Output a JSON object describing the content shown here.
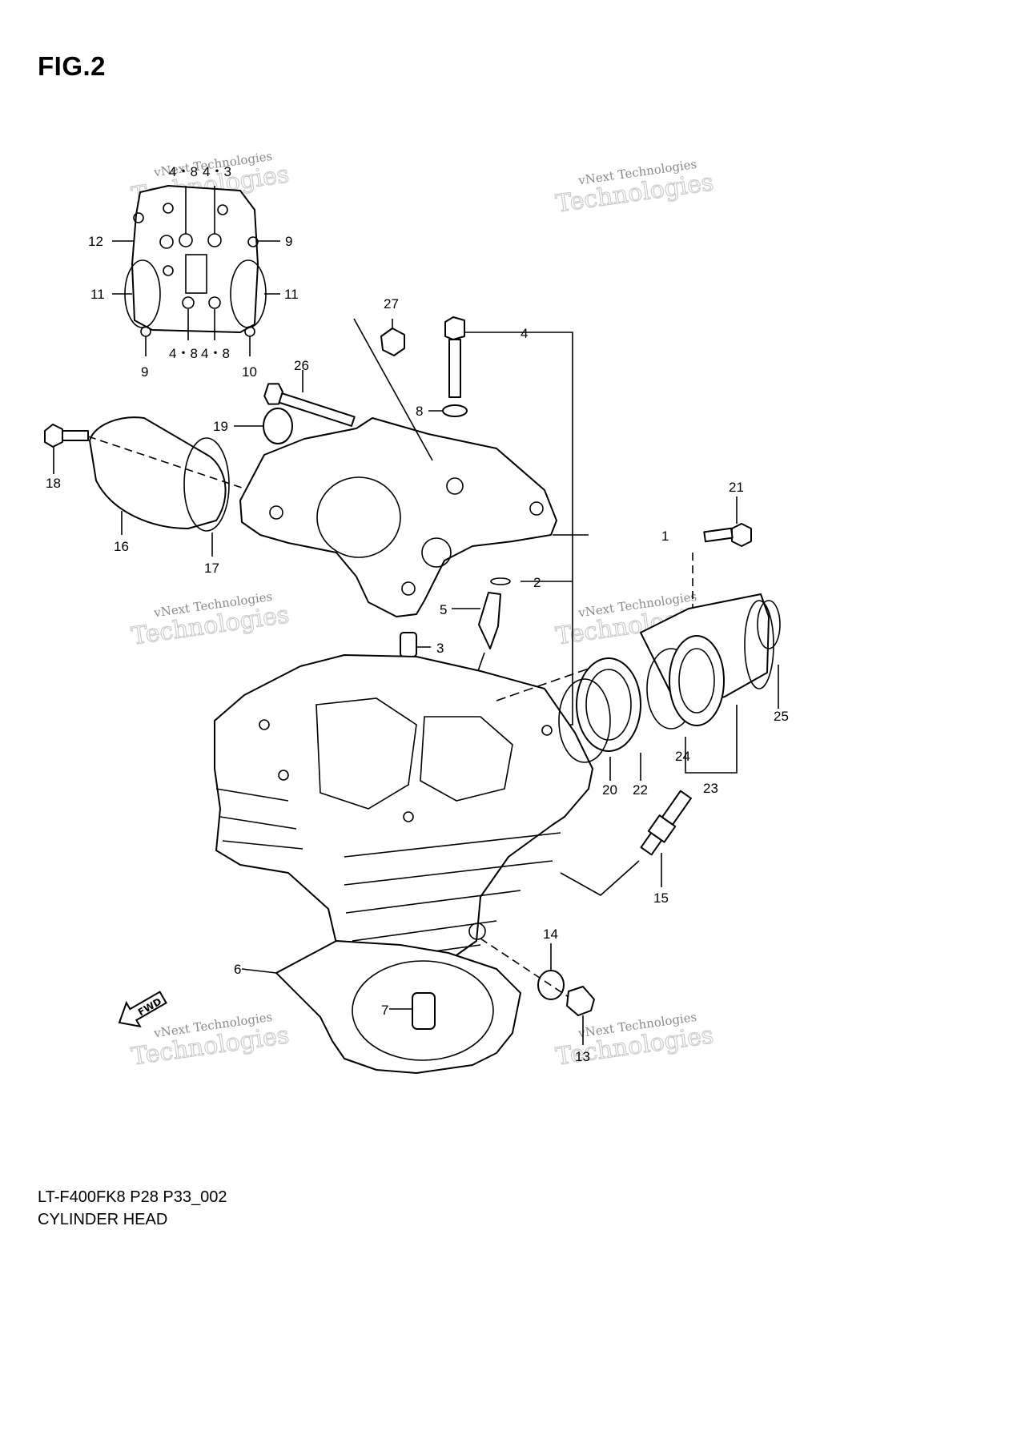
{
  "figure": {
    "title": "FIG.2",
    "model_code": "LT-F400FK8 P28 P33_002",
    "part_name": "CYLINDER HEAD"
  },
  "watermark": {
    "line1": "vNext Technologies",
    "line2": "Technologies",
    "line3": "vNext"
  },
  "fwd_label": "FWD",
  "callouts": {
    "c1": "1",
    "c2": "2",
    "c3": "3",
    "c4": "4",
    "c5": "5",
    "c6": "6",
    "c7": "7",
    "c8": "8",
    "c9a": "9",
    "c9b": "9",
    "c10": "10",
    "c11a": "11",
    "c11b": "11",
    "c12": "12",
    "c13": "13",
    "c14": "14",
    "c15": "15",
    "c16": "16",
    "c17": "17",
    "c18": "18",
    "c19": "19",
    "c20": "20",
    "c21": "21",
    "c22": "22",
    "c23": "23",
    "c24": "24",
    "c25": "25",
    "c26": "26",
    "c27": "27",
    "c48a": "4・8",
    "c43": "4・3",
    "c48b": "4・8",
    "c48c": "4・8"
  }
}
